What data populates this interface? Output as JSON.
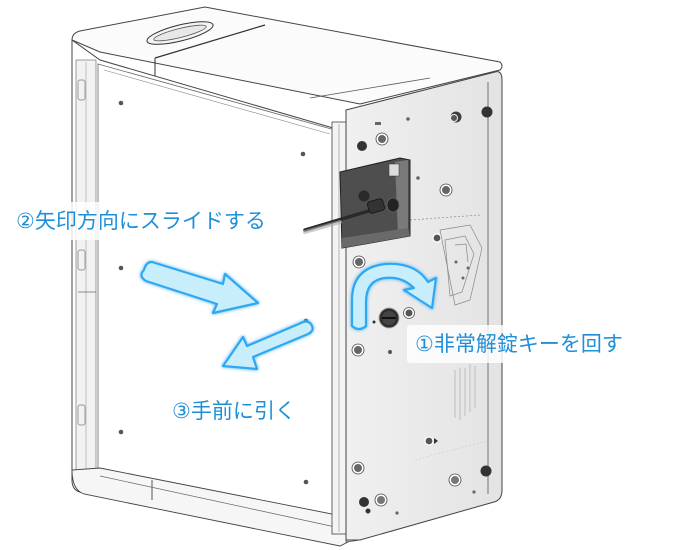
{
  "diagram": {
    "subject": "cash-box-unit-emergency-unlock",
    "steps": [
      {
        "id": "step1",
        "label": "①非常解錠キーを回す",
        "arrow": "curved-rotate"
      },
      {
        "id": "step2",
        "label": "②矢印方向にスライドする",
        "arrow": "straight-right-down"
      },
      {
        "id": "step3",
        "label": "③手前に引く",
        "arrow": "straight-left-down"
      }
    ],
    "colors": {
      "label_text": "#1f8fd8",
      "arrow_fill": "#c8eefc",
      "arrow_stroke": "#2ea8f0",
      "device_line": "#555555",
      "device_face": "#ffffff",
      "device_side": "#ebebeb",
      "dark_recess": "#4a4a4a"
    }
  }
}
